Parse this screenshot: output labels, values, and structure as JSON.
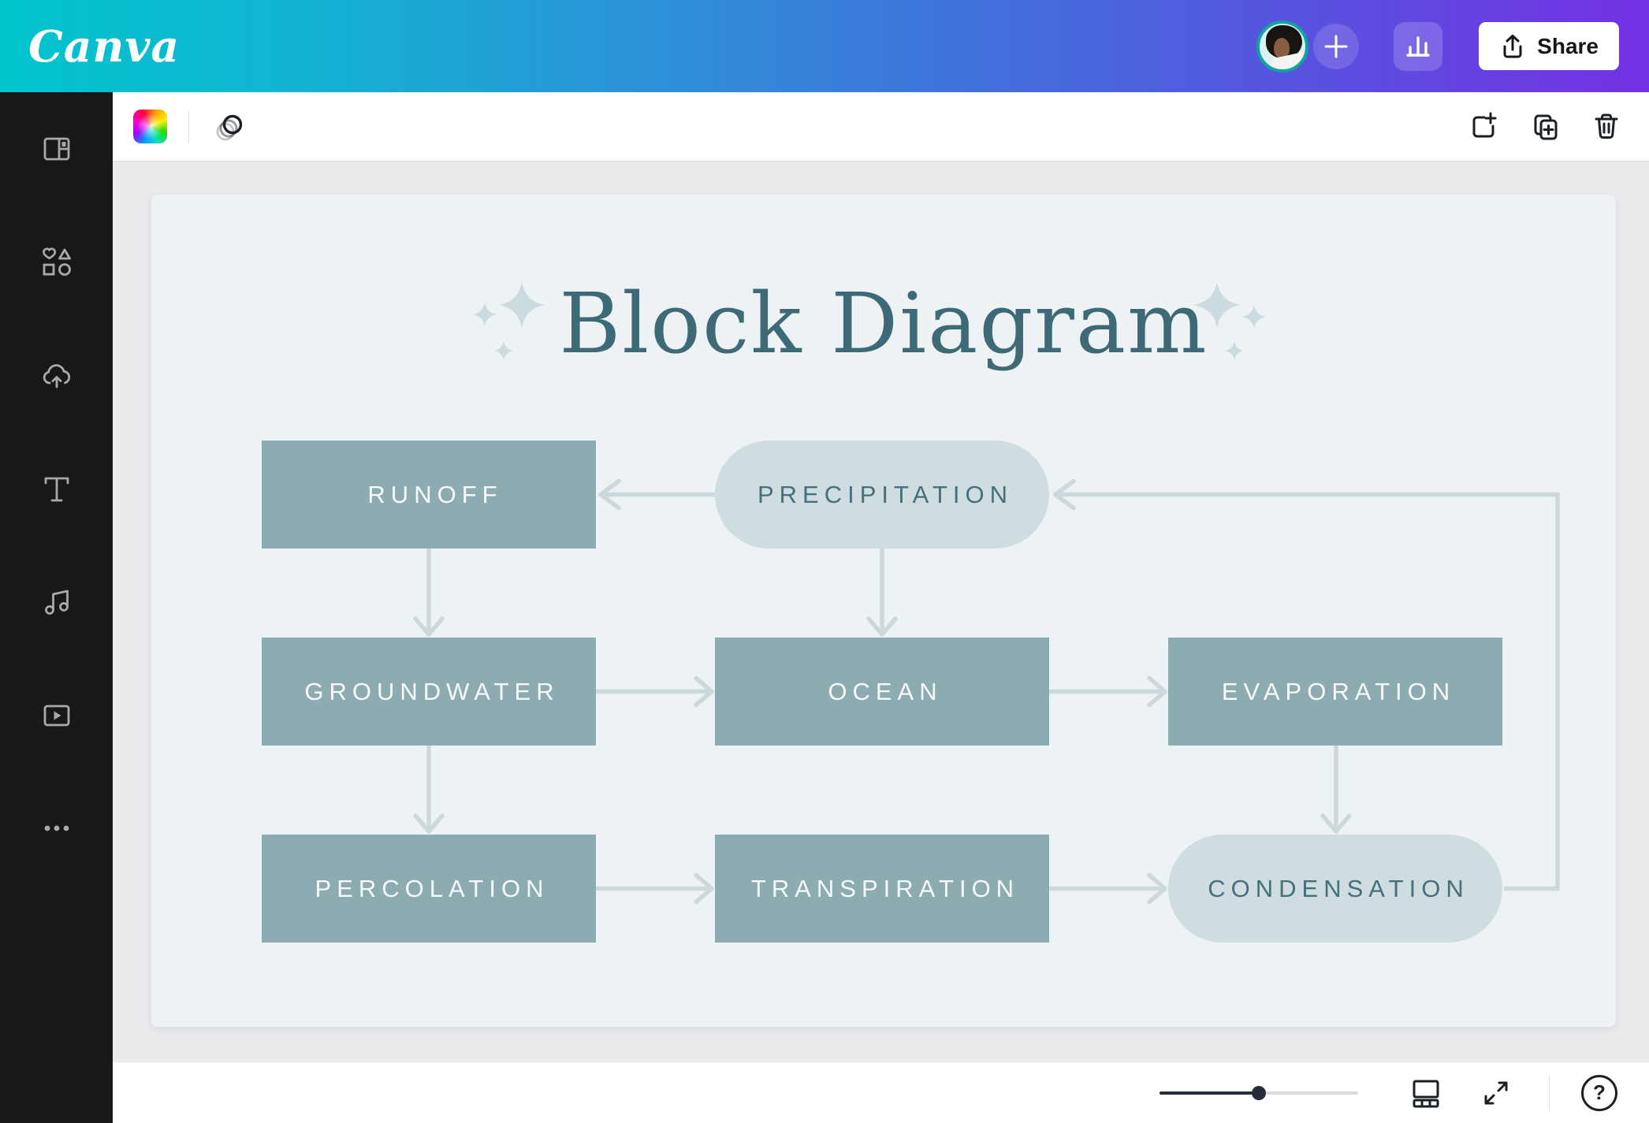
{
  "topbar": {
    "logo_text": "Canva",
    "share_button_label": "Share"
  },
  "toolbar": {
    "left_tools": [
      "background-color-swatch",
      "animate"
    ],
    "right_tools": [
      "add-page",
      "duplicate-page",
      "delete-page"
    ]
  },
  "sidebar": {
    "items": [
      {
        "icon": "design-panels-icon"
      },
      {
        "icon": "elements-shapes-icon"
      },
      {
        "icon": "uploads-cloud-icon"
      },
      {
        "icon": "text-icon"
      },
      {
        "icon": "audio-note-icon"
      },
      {
        "icon": "videos-play-icon"
      },
      {
        "icon": "more-ellipsis-icon"
      }
    ]
  },
  "canvas": {
    "page_title": "Block Diagram",
    "nodes": [
      {
        "label": "RUNOFF",
        "shape": "rect",
        "fill": "#8cacb2"
      },
      {
        "label": "PRECIPITATION",
        "shape": "pill",
        "fill": "#cfdde0"
      },
      {
        "label": "GROUNDWATER",
        "shape": "rect",
        "fill": "#8cacb2"
      },
      {
        "label": "OCEAN",
        "shape": "rect",
        "fill": "#8cacb2"
      },
      {
        "label": "EVAPORATION",
        "shape": "rect",
        "fill": "#8cacb2"
      },
      {
        "label": "PERCOLATION",
        "shape": "rect",
        "fill": "#8cacb2"
      },
      {
        "label": "TRANSPIRATION",
        "shape": "rect",
        "fill": "#8cacb2"
      },
      {
        "label": "CONDENSATION",
        "shape": "pill",
        "fill": "#cfdde0"
      }
    ],
    "edges": [
      "PRECIPITATION -> RUNOFF",
      "PRECIPITATION -> OCEAN",
      "RUNOFF -> GROUNDWATER",
      "GROUNDWATER -> OCEAN",
      "OCEAN -> EVAPORATION",
      "GROUNDWATER -> PERCOLATION",
      "PERCOLATION -> TRANSPIRATION",
      "TRANSPIRATION -> CONDENSATION",
      "EVAPORATION -> CONDENSATION",
      "CONDENSATION -> PRECIPITATION"
    ]
  },
  "bottombar": {
    "zoom_slider_percent": 50,
    "help_label": "?",
    "tools": [
      "pages-view",
      "fullscreen"
    ]
  },
  "colors": {
    "topbar_gradient_start": "#00c4cc",
    "topbar_gradient_end": "#7431e3",
    "sidebar_bg": "#181818",
    "workspace_bg": "#ebebee",
    "page_bg": "#edf2f4",
    "node_dark_fill": "#8cacb2",
    "node_light_fill": "#cfdde0",
    "node_dark_text": "#f6fafa",
    "node_light_text": "#45707c",
    "arrow": "#cbd9dc",
    "title_text": "#3d6a76"
  }
}
